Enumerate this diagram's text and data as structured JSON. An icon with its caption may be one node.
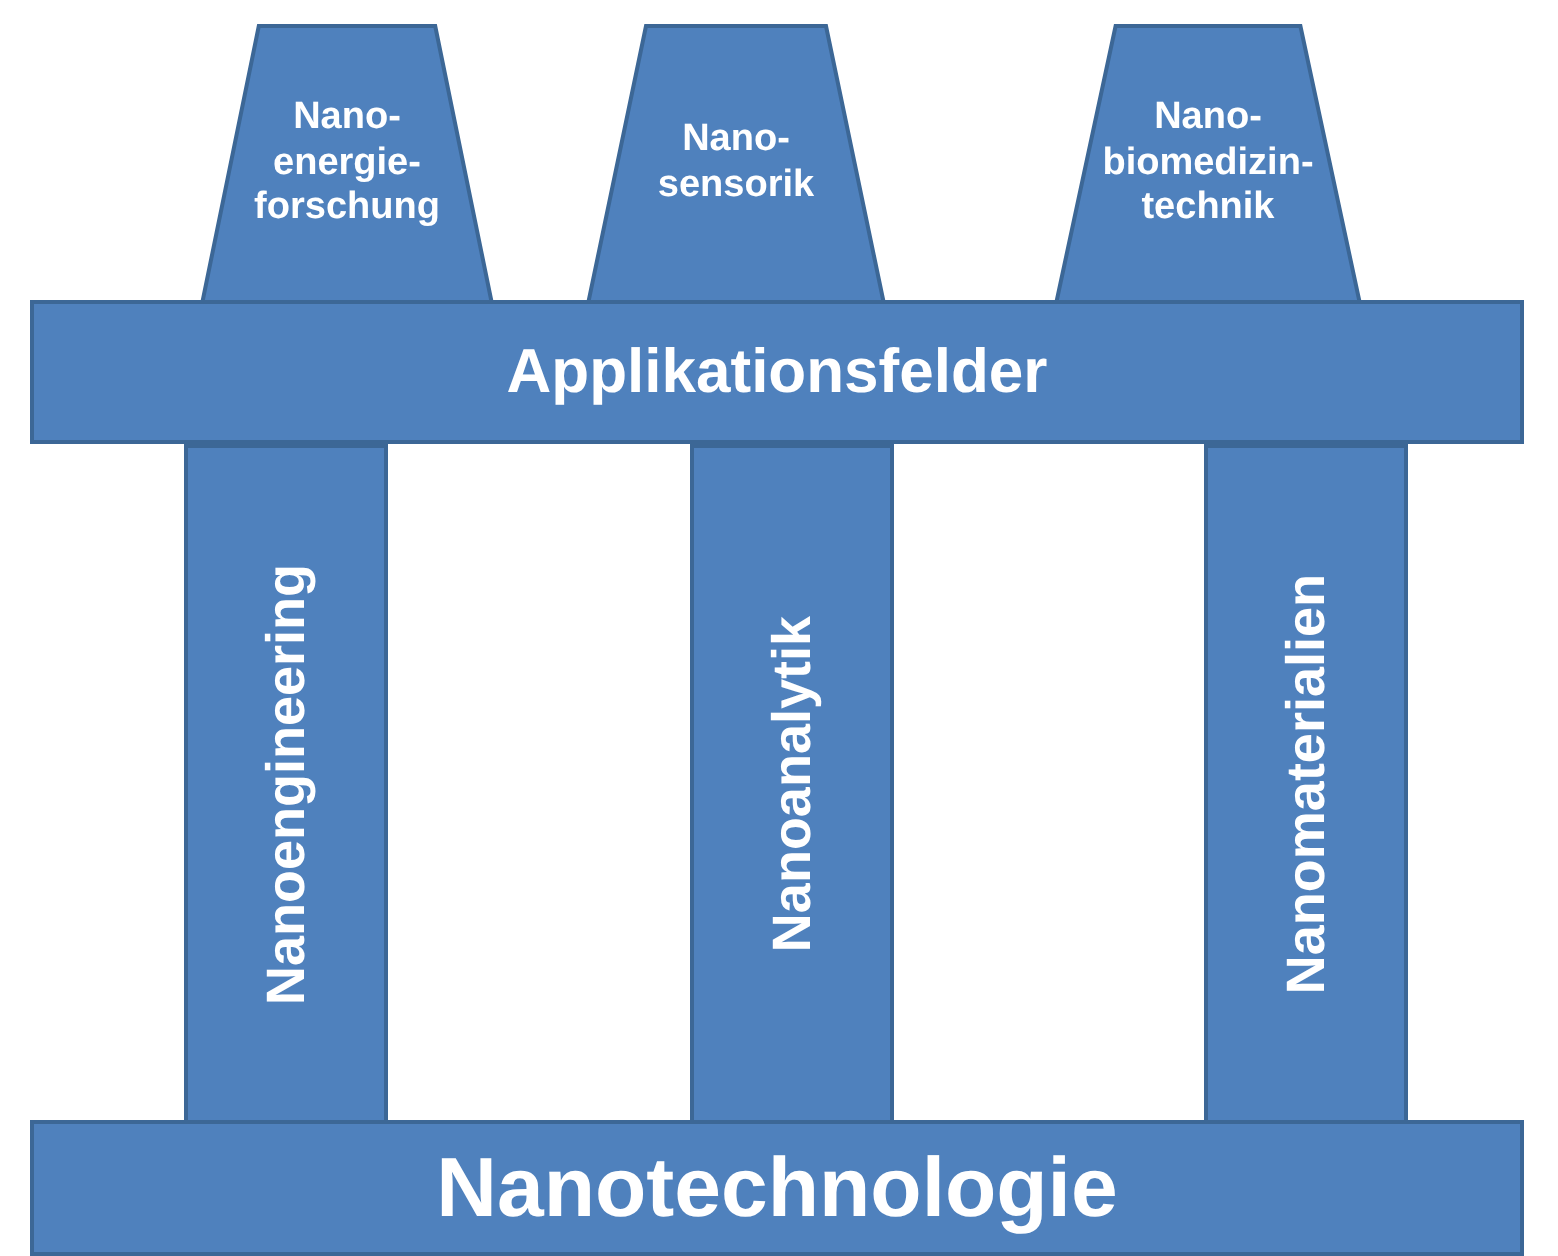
{
  "diagram": {
    "nodes": [
      {
        "text": [
          "Nano- energie- forschung"
        ]
      },
      {
        "text": [
          "Nano- sensorik"
        ]
      },
      {
        "text": [
          "Nano- biomedizin- technik"
        ]
      },
      {
        "text": [
          "Applikationsfelder"
        ]
      },
      {
        "text": [
          "Nanoengineering"
        ]
      },
      {
        "text": [
          "Nanoanalytik"
        ]
      },
      {
        "text": [
          "Nanomaterialien"
        ]
      },
      {
        "text": [
          "Nanotechnologie"
        ]
      }
    ],
    "edges": []
  }
}
